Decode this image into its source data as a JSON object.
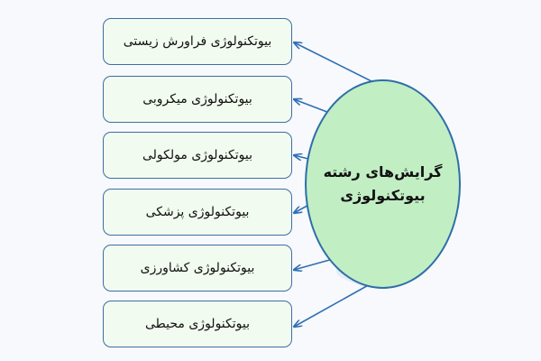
{
  "diagram": {
    "center": {
      "line1": "گرایش‌های رشته",
      "line2": "بیوتکنولوژی"
    },
    "branches": [
      "بیوتکنولوژی فراورش زیستی",
      "بیوتکنولوژی میکروبی",
      "بیوتکنولوژی مولکولی",
      "بیوتکنولوژی پزشکی",
      "بیوتکنولوژی کشاورزی",
      "بیوتکنولوژی محیطی"
    ],
    "colors": {
      "background": "#f7f9fc",
      "box_fill": "#f1fbef",
      "box_border": "#3d6fa6",
      "hub_fill": "#c2eec4",
      "hub_border": "#2e6ea8",
      "arrow": "#2f6fb3"
    }
  }
}
